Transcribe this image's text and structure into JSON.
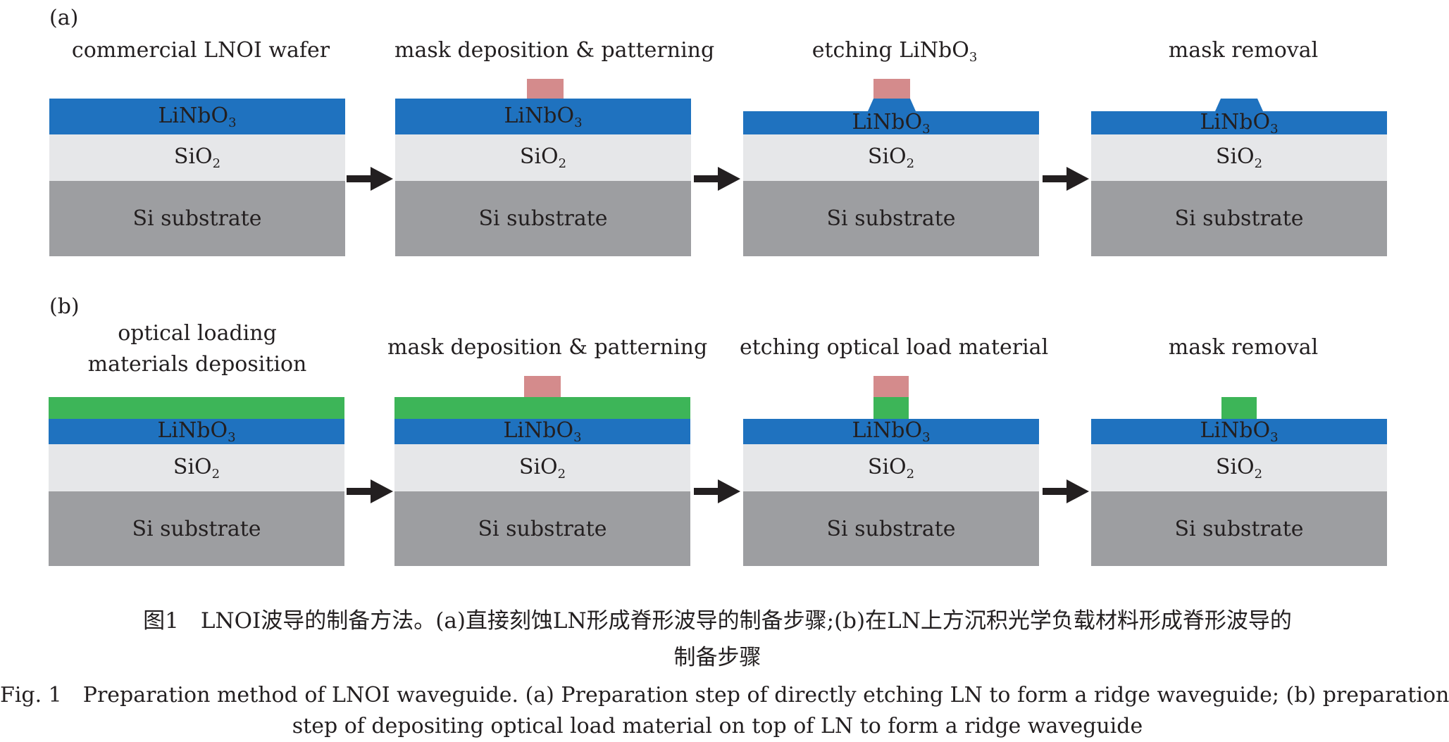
{
  "panels": [
    {
      "label": "(a)",
      "steps": [
        {
          "title": "commercial LNOI wafer"
        },
        {
          "title": "mask deposition & patterning"
        },
        {
          "title": "etching LiNbO",
          "title_sub": "3"
        },
        {
          "title": "mask removal"
        }
      ]
    },
    {
      "label": "(b)",
      "steps": [
        {
          "title": "optical loading",
          "title2": "materials deposition"
        },
        {
          "title": "mask deposition & patterning"
        },
        {
          "title": "etching optical load material"
        },
        {
          "title": "mask removal"
        }
      ]
    }
  ],
  "layers": {
    "ln_base": "LiNbO",
    "ln_sub": "3",
    "sio2_base": "SiO",
    "sio2_sub": "2",
    "si": "Si substrate"
  },
  "colors": {
    "linbo3": "#1f72bf",
    "sio2": "#e6e7e9",
    "si_substrate": "#9d9ea1",
    "mask": "#d48b8c",
    "optical_load": "#3db558",
    "arrow": "#231f20"
  },
  "icons": [
    "right-arrow-icon"
  ],
  "caption": {
    "cn_line1": "图1　LNOI波导的制备方法。(a)直接刻蚀LN形成脊形波导的制备步骤;(b)在LN上方沉积光学负载材料形成脊形波导的",
    "cn_line2": "制备步骤",
    "en_line1": "Fig. 1　Preparation method of LNOI waveguide. (a) Preparation step of directly etching LN to form a ridge waveguide; (b) preparation",
    "en_line2": "step of depositing optical load material on top of LN to form a ridge waveguide"
  }
}
